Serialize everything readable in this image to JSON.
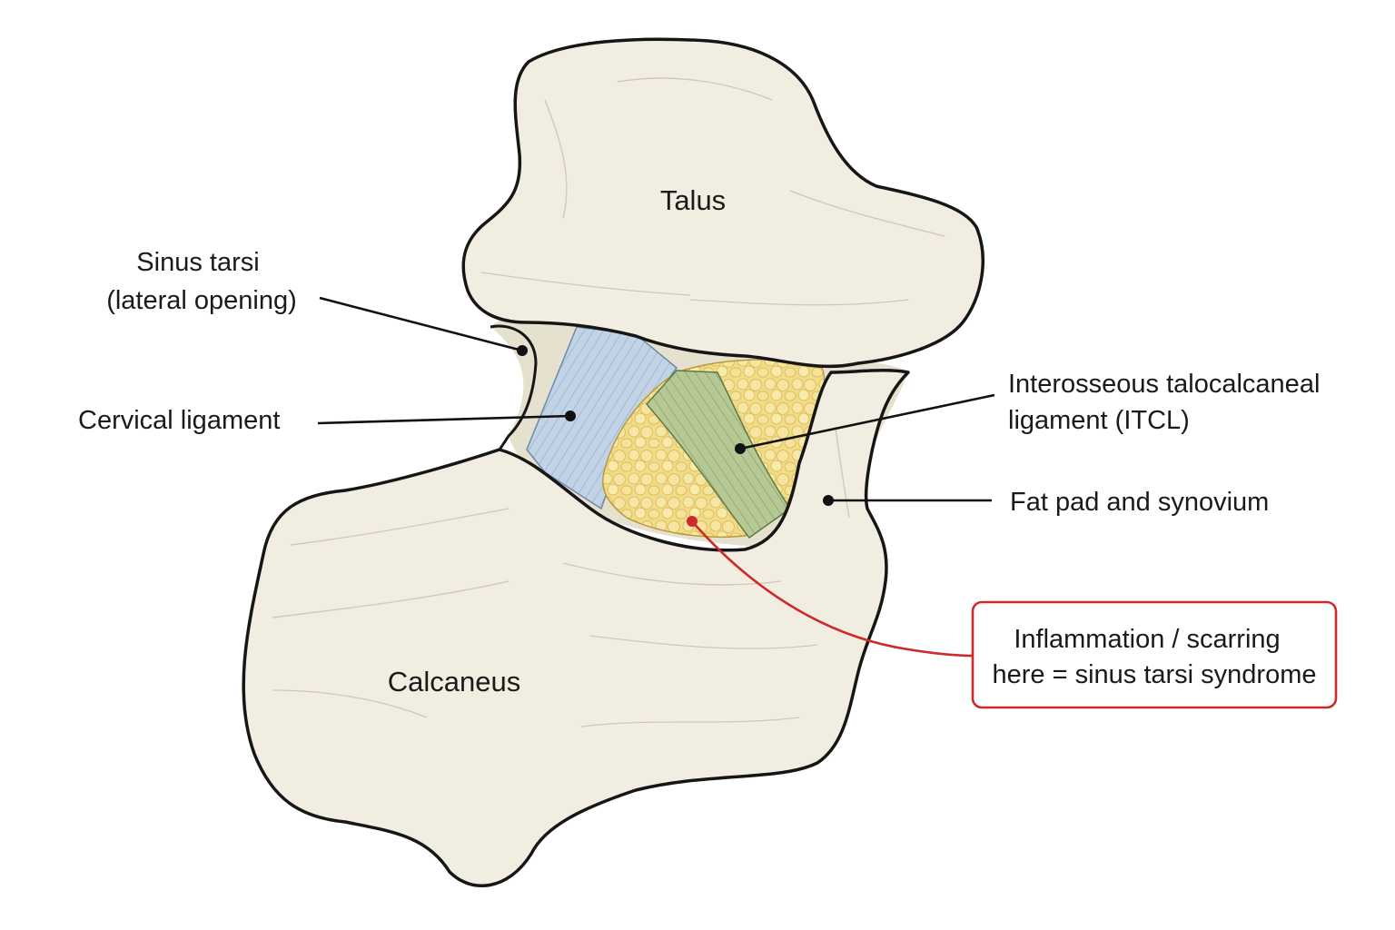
{
  "labels": {
    "talus": "Talus",
    "calcaneus": "Calcaneus",
    "sinus_tarsi_line1": "Sinus tarsi",
    "sinus_tarsi_line2": "(lateral opening)",
    "cervical_ligament": "Cervical ligament",
    "itcl_line1": "Interosseous talocalcaneal",
    "itcl_line2": "ligament (ITCL)",
    "fat_pad": "Fat pad and synovium",
    "callout_line1": "Inflammation / scarring",
    "callout_line2": "here = sinus tarsi syndrome"
  },
  "colors": {
    "bone_fill": "#f1ede1",
    "bone_outline": "#161616",
    "cervical_ligament": "#c3d3e6",
    "itcl": "#b6c995",
    "fat_pad": "#f2dc88",
    "leader_line": "#111111",
    "callout_accent": "#cc2b2b"
  }
}
